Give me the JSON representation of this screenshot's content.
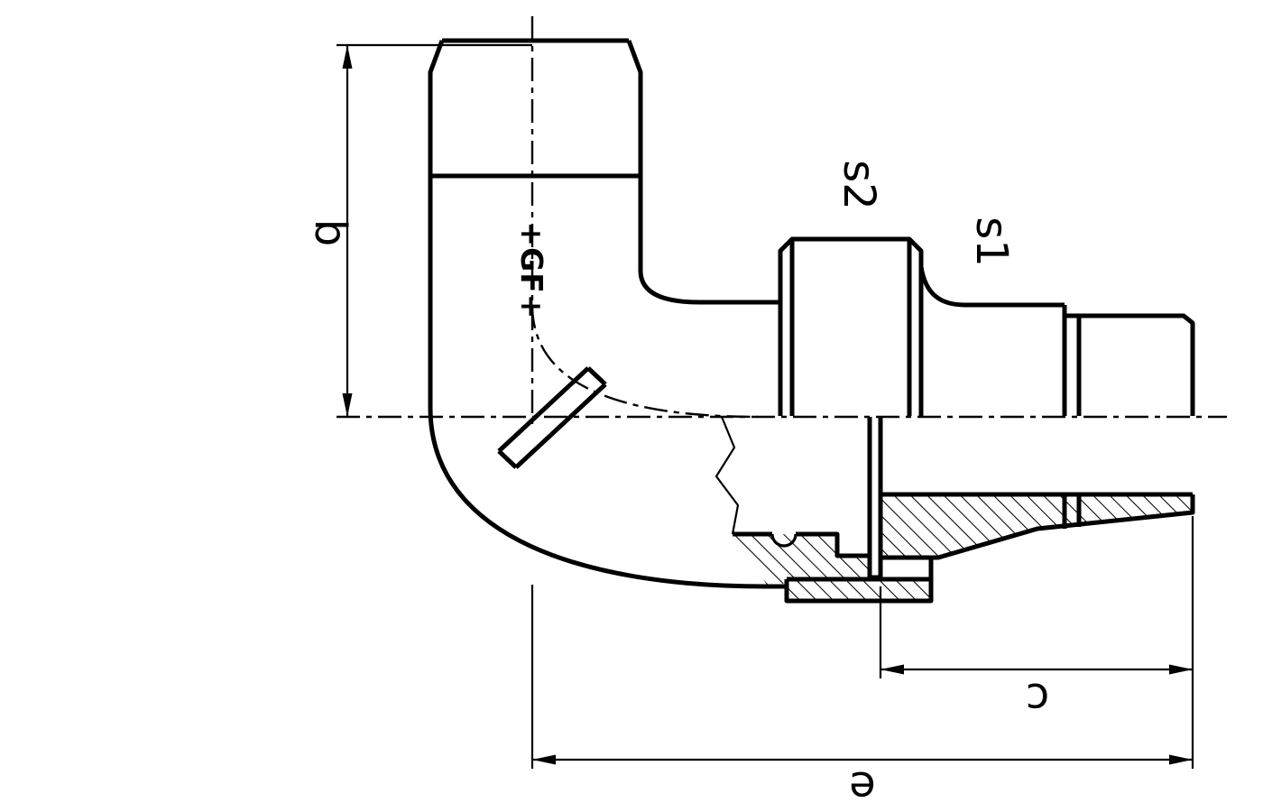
{
  "drawing": {
    "labels": {
      "b": "b",
      "s2": "s2",
      "s1": "s1",
      "c": "c",
      "e": "e"
    },
    "logo": "+GF+",
    "colors": {
      "line": "#000000",
      "background": "#ffffff"
    }
  }
}
